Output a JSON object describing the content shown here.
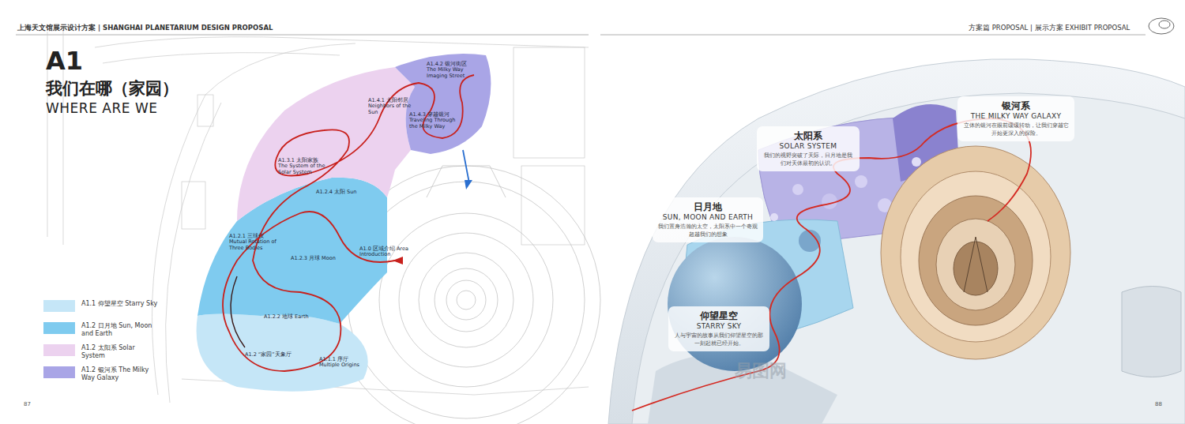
{
  "diagram": {
    "title": "我们在哪（家园）",
    "nodes": [
      {
        "text": [
          "银河系",
          "THE MILKY WAY GALAXY",
          "立体的银河在眼前缓缓转动，让我们穿越它开始更深入的探险。"
        ]
      },
      {
        "text": [
          "太阳系",
          "SOLAR SYSTEM",
          "我们的视野突破了天际，日月地是我们对天体最初的认识。"
        ]
      },
      {
        "text": [
          "日月地",
          "SUN, MOON AND EARTH",
          "我们置身浩瀚的太空，太阳系中一个奇观超越我们的想象"
        ]
      },
      {
        "text": [
          "仰望星空",
          "STARRY SKY",
          "人与宇宙的故事从我们仰望星空的那一刻起就已经开始。"
        ]
      }
    ],
    "labels": [
      "上海天文馆展示设计方案 | SHANGHAI PLANETARIUM DESIGN PROPOSAL",
      "方案篇 PROPOSAL | 展示方案 EXHIBIT PROPOSAL",
      "A1",
      "WHERE ARE WE",
      "A1.4.2 银河街区 The Milky Way Imaging Street",
      "A1.4.1 太阳邻居 Neighbors of the Sun",
      "A1.4.3 穿越银河 Traveling Through the Milky Way",
      "A1.3.1 太阳家族 The System of the Solar System",
      "A1.2.4 太阳 Sun",
      "A1.2.1 三球仪 Mutual Rotation of Three Bodies",
      "A1.2.3 月球 Moon",
      "A1.0 区域介绍 Area Introduction",
      "A1.2.2 地球 Earth",
      "A1.2 “家园”天象厅",
      "A1.1.1 序厅 Multiple Origins",
      "87",
      "88",
      "易图网"
    ],
    "legend": [
      {
        "text": "A1.1 仰望星空 Starry Sky",
        "color": "#c5e6f7"
      },
      {
        "text": "A1.2 日月地 Sun, Moon and Earth",
        "color": "#7fcbef"
      },
      {
        "text": "A1.2 太阳系 Solar System",
        "color": "#ecd2ef"
      },
      {
        "text": "A1.2 银河系 The Milky Way Galaxy",
        "color": "#a9a5e6"
      }
    ]
  }
}
